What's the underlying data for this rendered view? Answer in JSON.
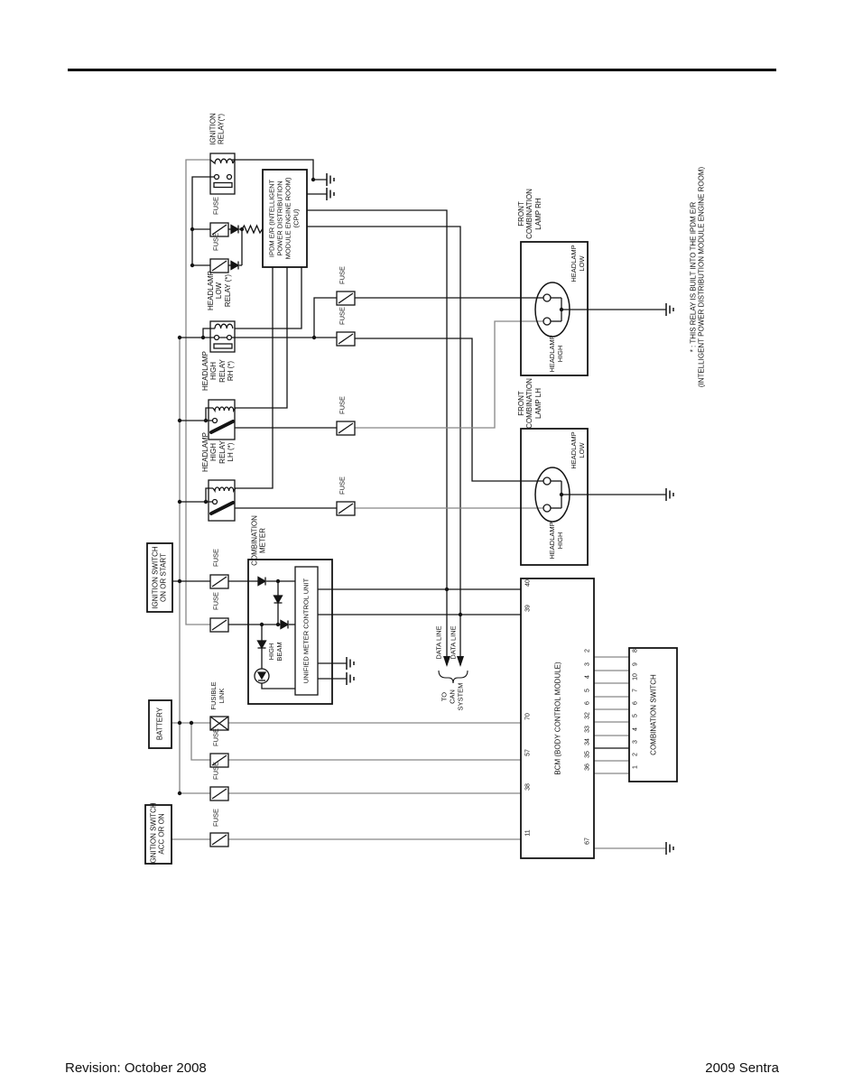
{
  "page": {
    "footer_left": "Revision: October 2008",
    "footer_right": "2009 Sentra"
  },
  "note": "* : THIS RELAY IS BUILT INTO THE IPDM E/R\n(INTELLIGENT POWER DISTRIBUTION MODULE ENGINE ROOM)",
  "labels": {
    "ignition_relay": "IGNITION\nRELAY(*)",
    "headlamp_low_relay": "HEADLAMP\nLOW\nRELAY (*)",
    "headlamp_high_relay_rh": "HEADLAMP\nHIGH\nRELAY\nRH (*)",
    "headlamp_high_relay_lh": "HEADLAMP\nHIGH\nRELAY\nLH (*)",
    "ipdm": "IPDM E/R (INTELLIGENT\nPOWER DISTRIBUTION\nMODULE ENGINE ROOM)\n(CPU)",
    "front_combination_lamp_rh": "FRONT\nCOMBINATION\nLAMP RH",
    "front_combination_lamp_lh": "FRONT\nCOMBINATION\nLAMP LH",
    "headlamp_low": "HEADLAMP\nLOW",
    "headlamp_high": "HEADLAMP\nHIGH",
    "combination_meter": "COMBINATION\nMETER",
    "unified_meter_control_unit": "UNIFIED METER CONTROL UNIT",
    "high_beam": "HIGH\nBEAM",
    "bcm": "BCM (BODY CONTROL MODULE)",
    "combination_switch": "COMBINATION SWITCH",
    "ignition_switch_on_or_start": "IGNITION SWITCH\nON OR START",
    "battery": "BATTERY",
    "ignition_switch_acc_or_on": "IGNITION SWITCH\nACC OR ON",
    "fuse": "FUSE",
    "fusible_link": "FUSIBLE\nLINK",
    "data_line": "DATA LINE",
    "to_can_system": "TO\nCAN\nSYSTEM"
  },
  "pins": {
    "bcm_left": [
      "40",
      "39",
      "70",
      "57",
      "38",
      "11"
    ],
    "bcm_right": [
      "2",
      "3",
      "4",
      "5",
      "6",
      "32",
      "33",
      "34",
      "35",
      "36"
    ],
    "bcm_ground": "67",
    "combination_switch": [
      "8",
      "9",
      "10",
      "7",
      "6",
      "5",
      "4",
      "3",
      "2",
      "1"
    ]
  },
  "colors": {
    "wire_black": "#141414",
    "wire_gray": "#868686"
  }
}
